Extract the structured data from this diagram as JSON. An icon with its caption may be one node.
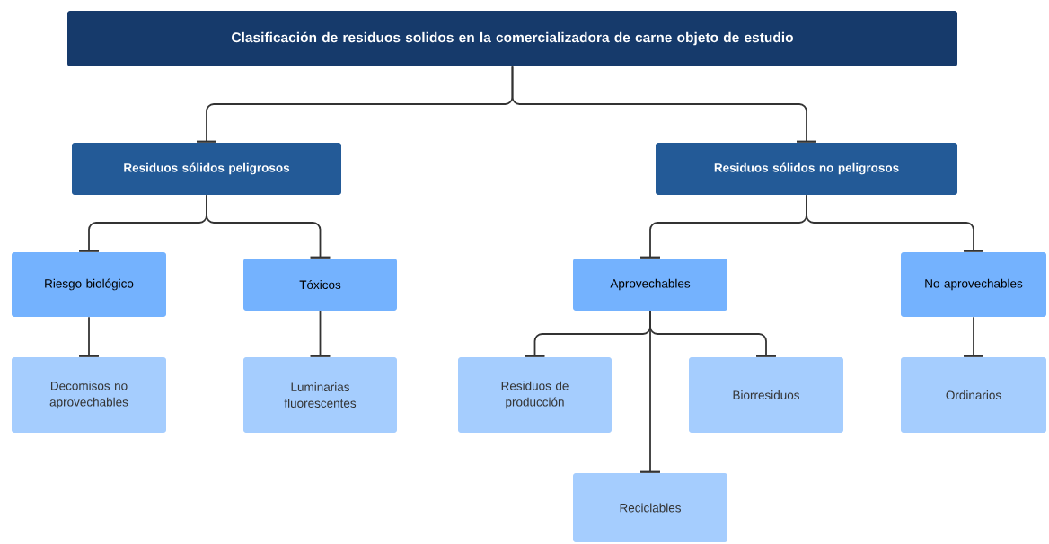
{
  "diagram": {
    "nodes": [
      {
        "text": [
          "Clasificación de residuos solidos en la comercializadora de carne objeto de estudio"
        ]
      },
      {
        "text": [
          "Residuos sólidos peligrosos"
        ]
      },
      {
        "text": [
          "Residuos sólidos no peligrosos"
        ]
      },
      {
        "text": [
          "Riesgo biológico"
        ]
      },
      {
        "text": [
          "Tóxicos"
        ]
      },
      {
        "text": [
          "Aprovechables"
        ]
      },
      {
        "text": [
          "No aprovechables"
        ]
      },
      {
        "text": [
          "Decomisos no aprovechables"
        ]
      },
      {
        "text": [
          "Luminarias fluorescentes"
        ]
      },
      {
        "text": [
          "Residuos de producción"
        ]
      },
      {
        "text": [
          "Reciclables"
        ]
      },
      {
        "text": [
          "Biorresiduos"
        ]
      },
      {
        "text": [
          "Ordinarios"
        ]
      }
    ],
    "edges": [
      {
        "from": 0,
        "to": 1,
        "arrow": "other"
      },
      {
        "from": 0,
        "to": 2,
        "arrow": "other"
      },
      {
        "from": 1,
        "to": 3,
        "arrow": "other"
      },
      {
        "from": 1,
        "to": 4,
        "arrow": "other"
      },
      {
        "from": 2,
        "to": 5,
        "arrow": "other"
      },
      {
        "from": 2,
        "to": 6,
        "arrow": "other"
      },
      {
        "from": 3,
        "to": 7,
        "arrow": "other"
      },
      {
        "from": 4,
        "to": 8,
        "arrow": "other"
      },
      {
        "from": 5,
        "to": 9,
        "arrow": "other"
      },
      {
        "from": 5,
        "to": 10,
        "arrow": "other"
      },
      {
        "from": 5,
        "to": 11,
        "arrow": "other"
      },
      {
        "from": 6,
        "to": 12,
        "arrow": "other"
      }
    ]
  }
}
